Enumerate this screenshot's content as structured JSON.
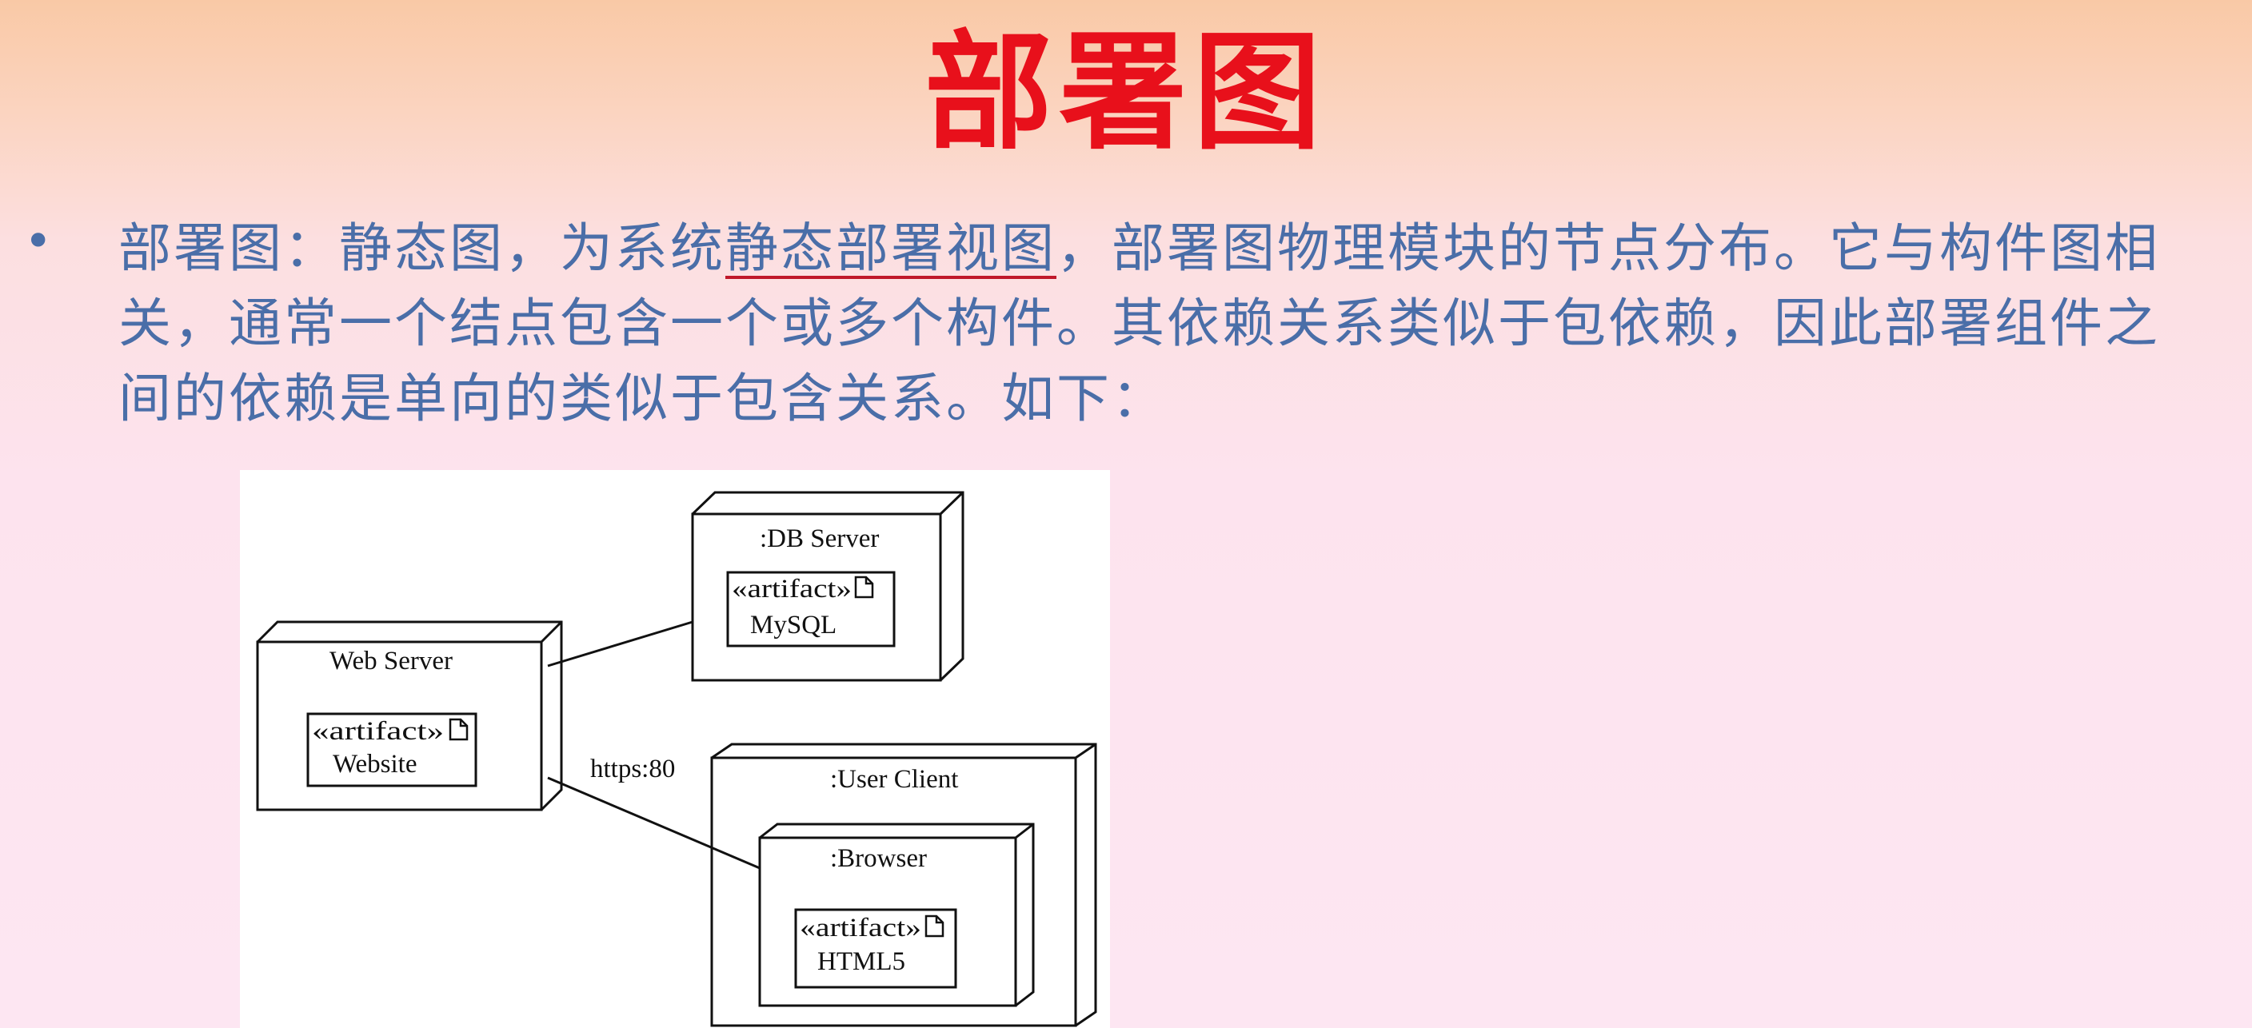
{
  "slide": {
    "title": "部署图",
    "bullet_marker": "•",
    "text_before": "部署图：静态图，为系统",
    "text_emphasis": "静态部署视图",
    "text_after": "，部署图物理模块的节点分布。它与构件图相关，通常一个结点包含一个或多个构件。其依赖关系类似于包依赖，因此部署组件之间的依赖是单向的类似于包含关系。如下："
  },
  "diagram": {
    "nodes": {
      "web_server": {
        "name": "Web Server",
        "artifact_stereotype": "«artifact»",
        "artifact_name": "Website"
      },
      "db_server": {
        "name": ":DB Server",
        "artifact_stereotype": "«artifact»",
        "artifact_name": "MySQL"
      },
      "user_client": {
        "name": ":User Client"
      },
      "browser": {
        "name": ":Browser",
        "artifact_stereotype": "«artifact»",
        "artifact_name": "HTML5"
      }
    },
    "connection_label": "https:80"
  },
  "colors": {
    "title": "#e8101b",
    "body_text": "#4a6ea8",
    "bullet": "#4a6ea8",
    "emphasis_underline": "#c0182a",
    "diagram_line": "#111111"
  }
}
